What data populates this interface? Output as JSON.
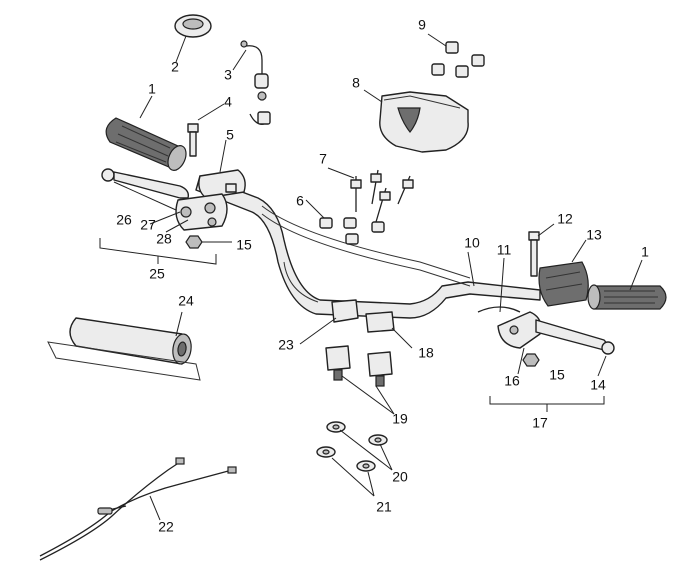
{
  "callouts": {
    "c1a": "1",
    "c1b": "1",
    "c2": "2",
    "c3": "3",
    "c4": "4",
    "c5": "5",
    "c6": "6",
    "c7": "7",
    "c8": "8",
    "c9": "9",
    "c10": "10",
    "c11": "11",
    "c12": "12",
    "c13": "13",
    "c14": "14",
    "c15a": "15",
    "c15b": "15",
    "c16": "16",
    "c17": "17",
    "c18": "18",
    "c19": "19",
    "c20": "20",
    "c21": "21",
    "c22": "22",
    "c23": "23",
    "c24": "24",
    "c25": "25",
    "c26": "26",
    "c27": "27",
    "c28": "28"
  }
}
